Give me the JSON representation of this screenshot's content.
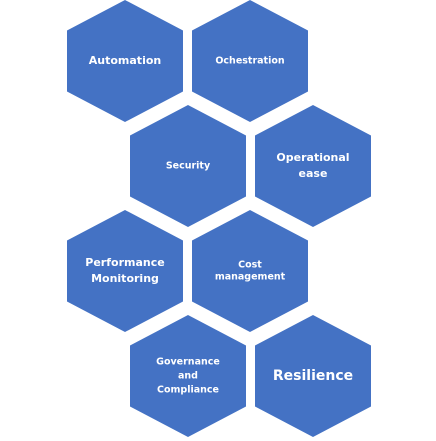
{
  "colors": {
    "hex_fill": "#4472c4",
    "label": "#ffffff",
    "background": "#ffffff"
  },
  "hexagons": [
    {
      "id": "automation",
      "lines": [
        "Automation"
      ]
    },
    {
      "id": "orchestration",
      "lines": [
        "Ochestration"
      ]
    },
    {
      "id": "security",
      "lines": [
        "Security"
      ]
    },
    {
      "id": "operational-ease",
      "lines": [
        "Operational",
        "ease"
      ]
    },
    {
      "id": "performance-monitoring",
      "lines": [
        "Performance",
        "Monitoring"
      ]
    },
    {
      "id": "cost-management",
      "lines": [
        "Cost",
        "management"
      ]
    },
    {
      "id": "governance-compliance",
      "lines": [
        "Governance",
        "and",
        "Compliance"
      ]
    },
    {
      "id": "resilience",
      "lines": [
        "Resilience"
      ]
    }
  ]
}
